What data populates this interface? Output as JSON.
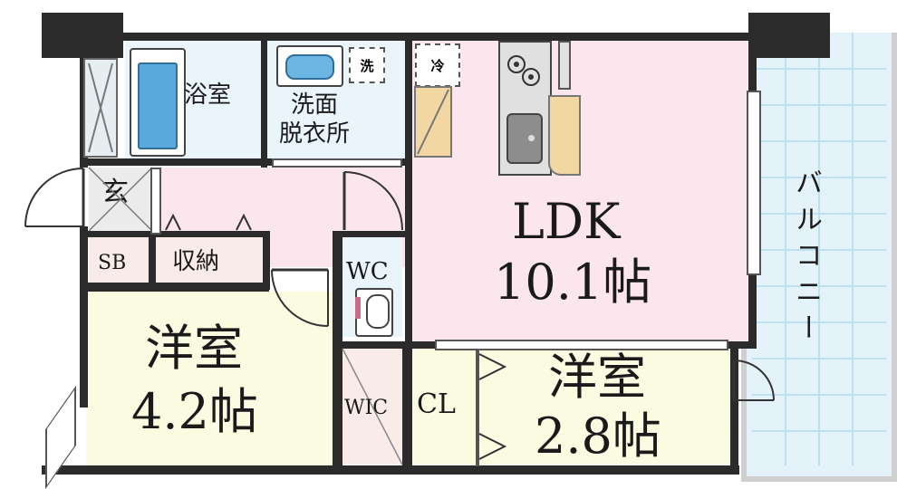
{
  "colors": {
    "wall": "#2b2b2b",
    "ldk_floor": "#fbe6ee",
    "hall_floor": "#fbe6ee",
    "western_floor": "#fbfbe2",
    "wet_floor": "#e9f4fb",
    "storage_floor": "#f9ece8",
    "balcony_grid": "#bfe1ef",
    "balcony_fill": "#e4f3f9"
  },
  "icons": [
    "stove-icon",
    "sink-icon",
    "bathtub-icon",
    "washbasin-icon",
    "toilet-icon",
    "door-swing-icon"
  ],
  "rooms": {
    "ldk": {
      "name": "LDK",
      "size": "10.1帖"
    },
    "western1": {
      "name": "洋室",
      "size": "4.2帖"
    },
    "western2": {
      "name": "洋室",
      "size": "2.8帖"
    },
    "bath": "浴室",
    "washroom": "洗面\n脱衣所",
    "entrance": "玄",
    "shoebox": "SB",
    "storage": "収納",
    "wc": "WC",
    "wic": "WIC",
    "closet": "CL",
    "balcony": "バルコニー"
  },
  "tags": {
    "washer": "洗",
    "fridge": "冷"
  }
}
